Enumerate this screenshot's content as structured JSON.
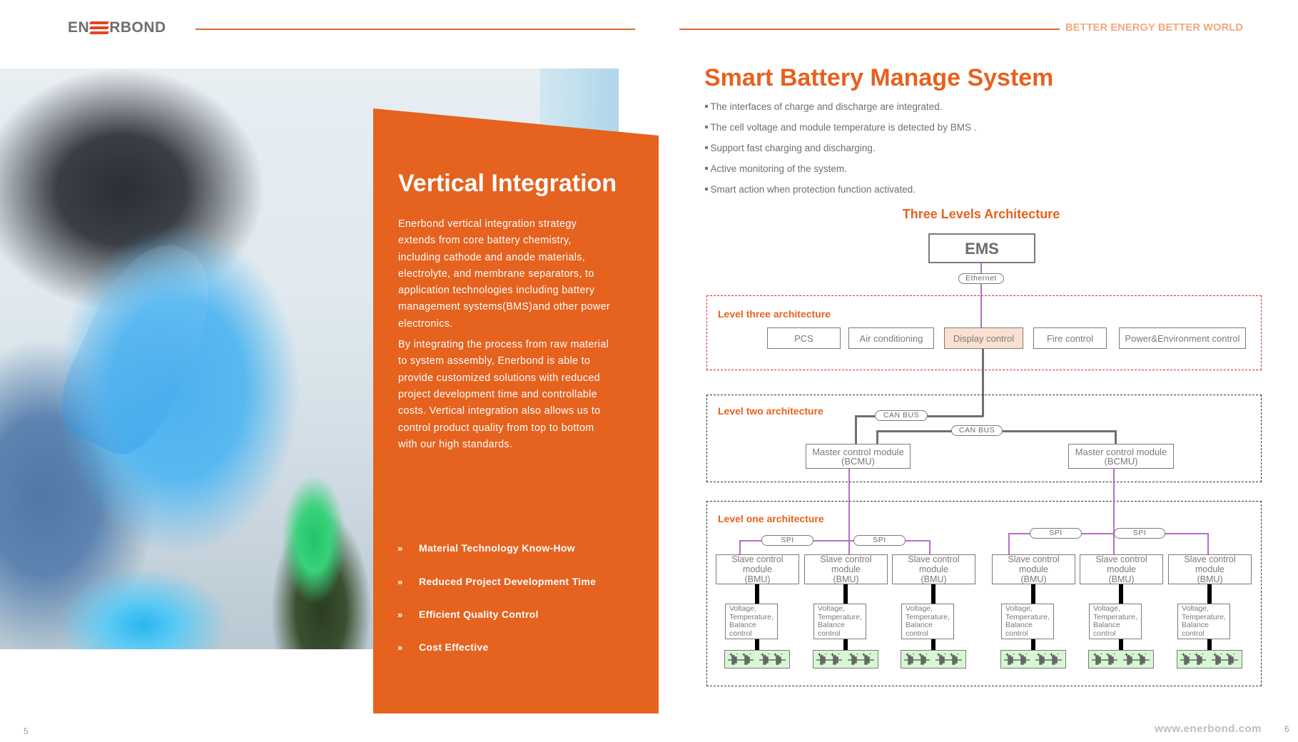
{
  "header": {
    "logo_prefix": "EN",
    "logo_suffix": "RBOND",
    "tagline": "BETTER ENERGY  BETTER WORLD"
  },
  "left_page": {
    "page_number": "5",
    "photo_alt": "Lab technician in blue glove holding a flask of blue liquid",
    "panel_title": "Vertical Integration",
    "paragraphs": [
      "Enerbond vertical integration strategy extends from core battery chemistry, including cathode and anode materials, electrolyte, and membrane separators, to application technologies including battery management systems(BMS)and other power electronics.",
      "By integrating the process from raw material to system assembly, Enerbond is able to provide customized solutions with reduced project development time and controllable costs. Vertical integration also allows us to control product quality from top to bottom with our high standards."
    ],
    "features": [
      {
        "icon": "double-chevron-right-icon",
        "glyph": "»",
        "label": "Material Technology Know-How"
      },
      {
        "icon": "double-chevron-right-icon",
        "glyph": "»",
        "label": "Reduced Project Development Time"
      },
      {
        "icon": "double-chevron-right-icon",
        "glyph": "»",
        "label": "Efficient Quality Control"
      },
      {
        "icon": "double-chevron-right-icon",
        "glyph": "»",
        "label": "Cost Effective"
      }
    ]
  },
  "right_page": {
    "page_number": "6",
    "url": "www.enerbond.com",
    "title": "Smart Battery Manage System",
    "bullets": [
      "The interfaces of charge and discharge are  integrated.",
      "The cell voltage and module temperature is detected by BMS .",
      "Support fast charging and discharging.",
      "Active monitoring of the system.",
      "Smart action when protection function activated."
    ],
    "diagram": {
      "title": "Three Levels Architecture",
      "ems_label": "EMS",
      "ethernet_label": "Ethernet",
      "level_three": {
        "label": "Level three architecture",
        "modules": [
          "PCS",
          "Air conditioning",
          "Display control",
          "Fire control",
          "Power&Environment control"
        ],
        "highlight_color": "#fbe0d2"
      },
      "level_two": {
        "label": "Level two architecture",
        "bus_labels": [
          "CAN BUS",
          "CAN BUS"
        ],
        "masters": [
          {
            "line1": "Master control module",
            "line2": "(BCMU)"
          },
          {
            "line1": "Master control module",
            "line2": "(BCMU)"
          }
        ]
      },
      "level_one": {
        "label": "Level one architecture",
        "spi_label": "SPI",
        "slave_line1": "Slave control module",
        "slave_line2": "(BMU)",
        "detail_lines": [
          "Voltage,",
          "Temperature,",
          "Balance",
          "control"
        ],
        "slave_count": 6
      }
    }
  },
  "colors": {
    "accent_orange": "#e5621f",
    "tagline": "#f2a882",
    "bus_purple": "#b56ec9",
    "level3_border": "#e0242a",
    "battery_fill": "#d7f7d4"
  }
}
